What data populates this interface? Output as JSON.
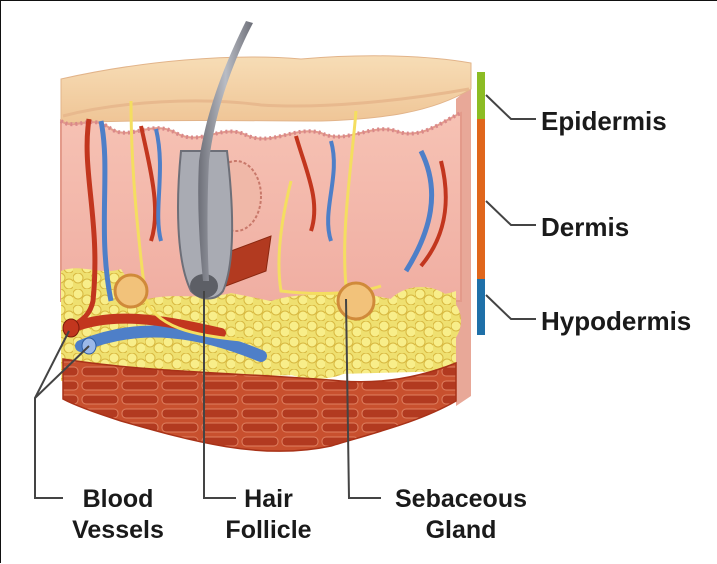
{
  "layers": [
    {
      "id": "epidermis",
      "label": "Epidermis",
      "color": "#8cbc24"
    },
    {
      "id": "dermis",
      "label": "Dermis",
      "color": "#e0661c"
    },
    {
      "id": "hypodermis",
      "label": "Hypodermis",
      "color": "#1f70a8"
    }
  ],
  "callouts": {
    "blood_vessels": {
      "line1": "Blood",
      "line2": "Vessels"
    },
    "hair_follicle": {
      "line1": "Hair",
      "line2": "Follicle"
    },
    "sebaceous_gland": {
      "line1": "Sebaceous",
      "line2": "Gland"
    }
  }
}
